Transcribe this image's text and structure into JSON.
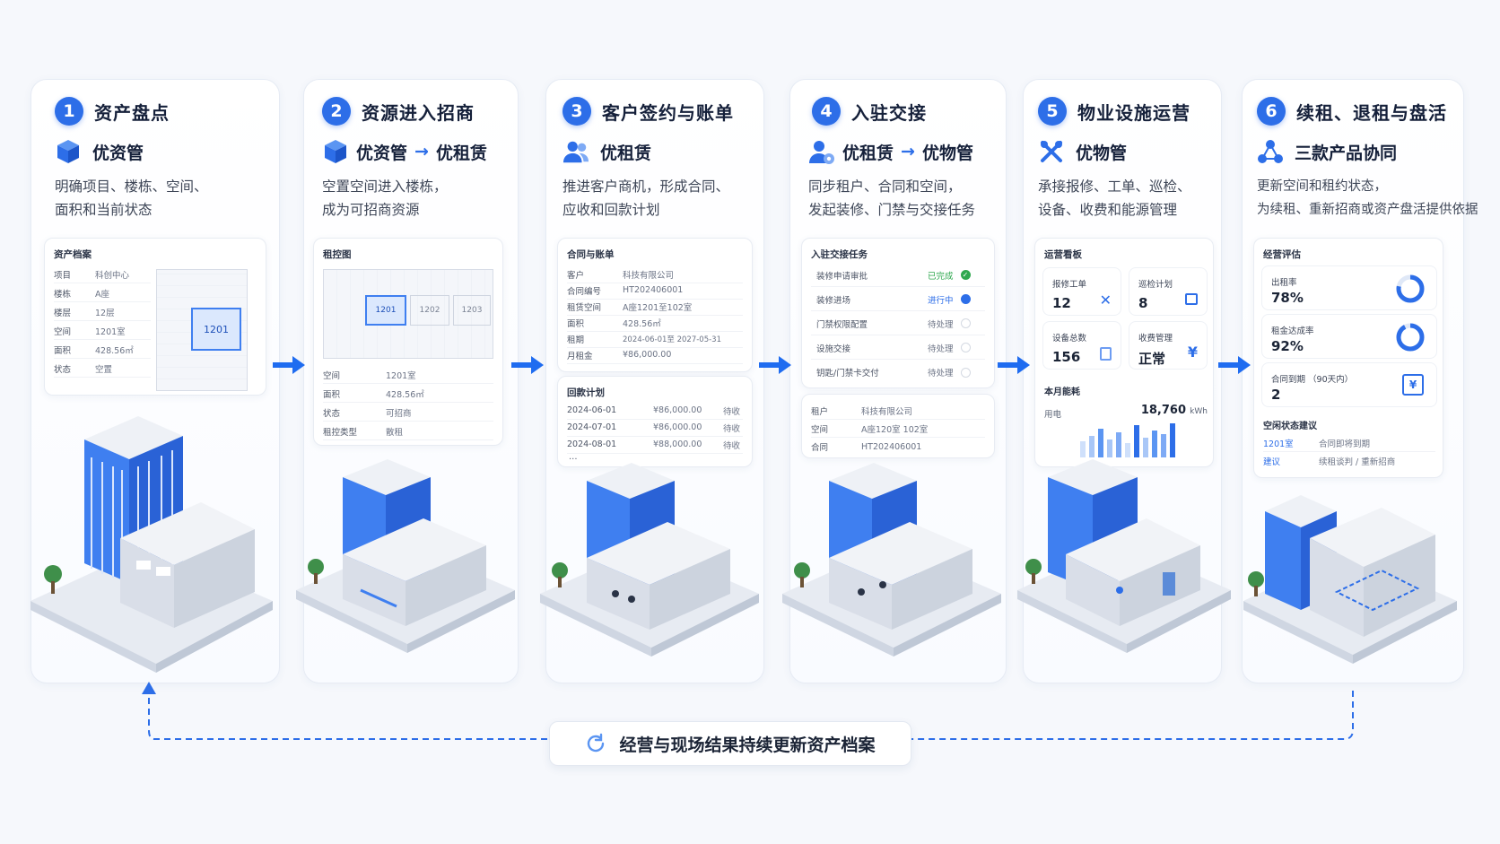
{
  "steps": [
    {
      "num": "1",
      "title": "资产盘点",
      "product": "优资管",
      "desc1": "明确项目、楼栋、空间、",
      "desc2": "面积和当前状态",
      "panel": {
        "title": "资产档案",
        "rows": [
          [
            "项目",
            "科创中心"
          ],
          [
            "楼栋",
            "A座"
          ],
          [
            "楼层",
            "12层"
          ],
          [
            "空间",
            "1201室"
          ],
          [
            "面积",
            "428.56㎡"
          ],
          [
            "状态",
            "空置"
          ]
        ],
        "plan_unit": "1201"
      }
    },
    {
      "num": "2",
      "title": "资源进入招商",
      "product": "优资管",
      "product_arrow": "→",
      "product2": "优租赁",
      "desc1": "空置空间进入楼栋，",
      "desc2": "成为可招商资源",
      "panel": {
        "title": "租控图",
        "units": [
          "1201",
          "1202",
          "1203"
        ],
        "rows": [
          [
            "空间",
            "1201室"
          ],
          [
            "面积",
            "428.56㎡"
          ],
          [
            "状态",
            "可招商"
          ],
          [
            "租控类型",
            "散租"
          ]
        ]
      }
    },
    {
      "num": "3",
      "title": "客户签约与账单",
      "product": "优租赁",
      "desc1": "推进客户商机，形成合同、",
      "desc2": "应收和回款计划",
      "panel": {
        "title": "合同与账单",
        "rows": [
          [
            "客户",
            "科技有限公司"
          ],
          [
            "合同编号",
            "HT202406001"
          ],
          [
            "租赁空间",
            "A座1201至102室"
          ],
          [
            "面积",
            "428.56㎡"
          ],
          [
            "租期",
            "2024-06-01至 2027-05-31"
          ],
          [
            "月租金",
            "¥86,000.00"
          ]
        ],
        "plan_title": "回款计划",
        "plan": [
          [
            "2024-06-01",
            "¥86,000.00",
            "待收"
          ],
          [
            "2024-07-01",
            "¥86,000.00",
            "待收"
          ],
          [
            "2024-08-01",
            "¥88,000.00",
            "待收"
          ]
        ],
        "ellipsis": "..."
      }
    },
    {
      "num": "4",
      "title": "入驻交接",
      "product": "优租赁",
      "product_arrow": "→",
      "product2": "优物管",
      "desc1": "同步租户、合同和空间，",
      "desc2": "发起装修、门禁与交接任务",
      "panel": {
        "title": "入驻交接任务",
        "tasks": [
          [
            "装修申请审批",
            "已完成"
          ],
          [
            "装修进场",
            "进行中"
          ],
          [
            "门禁权限配置",
            "待处理"
          ],
          [
            "设施交接",
            "待处理"
          ],
          [
            "钥匙/门禁卡交付",
            "待处理"
          ]
        ],
        "info": [
          [
            "租户",
            "科技有限公司"
          ],
          [
            "空间",
            "A座120室 102室"
          ],
          [
            "合同",
            "HT202406001"
          ]
        ]
      }
    },
    {
      "num": "5",
      "title": "物业设施运营",
      "product": "优物管",
      "desc1": "承接报修、工单、巡检、",
      "desc2": "设备、收费和能源管理",
      "panel": {
        "title": "运营看板",
        "metrics": [
          [
            "报修工单",
            "12"
          ],
          [
            "巡检计划",
            "8"
          ],
          [
            "设备总数",
            "156"
          ],
          [
            "收费管理",
            "正常"
          ]
        ],
        "energy_title": "本月能耗",
        "energy_label": "用电",
        "energy_value": "18,760",
        "energy_unit": "kWh"
      }
    },
    {
      "num": "6",
      "title": "续租、退租与盘活",
      "product": "三款产品协同",
      "desc1": "更新空间和租约状态，",
      "desc2": "为续租、重新招商或资产盘活提供依据",
      "panel": {
        "title": "经营评估",
        "metrics": [
          [
            "出租率",
            "78%"
          ],
          [
            "租金达成率",
            "92%"
          ],
          [
            "合同到期 （90天内）",
            "2"
          ]
        ],
        "advice_title": "空闲状态建议",
        "advice": [
          [
            "1201室",
            "合同即将到期"
          ],
          [
            "建议",
            "续租谈判 / 重新招商"
          ]
        ]
      }
    }
  ],
  "footer": {
    "text": "经营与现场结果持续更新资产档案"
  },
  "colors": {
    "accent": "#2d6ee8",
    "arrow": "#1f6cf0",
    "done": "#2fa84f",
    "progress": "#2d6ee8"
  }
}
